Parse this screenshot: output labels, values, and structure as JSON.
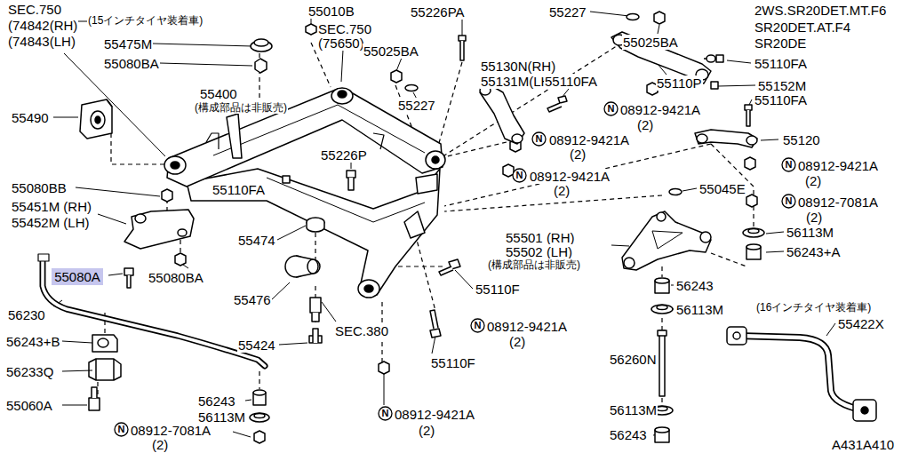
{
  "diagram": {
    "nodes": [
      {
        "text": [
          "N"
        ]
      },
      {
        "text": [
          "N"
        ]
      },
      {
        "text": [
          "N"
        ]
      },
      {
        "text": [
          "N"
        ]
      },
      {
        "text": [
          "N"
        ]
      },
      {
        "text": [
          "55080A"
        ]
      },
      {
        "text": [
          "N"
        ]
      },
      {
        "text": [
          "N"
        ]
      },
      {
        "text": [
          "N"
        ]
      }
    ],
    "labels": [
      "SEC.750",
      "(74842(RH)",
      "(74843(LH)",
      "(15インチタイヤ装着車)",
      "55475M",
      "55080BA",
      "55010B",
      "SEC.750",
      "(75650)",
      "55226PA",
      "55227",
      "2WS.SR20DET.MT.F6",
      "SR20DET.AT.F4",
      "SR20DE",
      "55025BA",
      "55025BA",
      "55110FA",
      "55130N(RH)",
      "55131M(LH)",
      "55110FA",
      "55110P",
      "55152M",
      "55400",
      "(構成部品は非販売)",
      "55227",
      "55110FA",
      "08912-9421A",
      "(2)",
      "55490",
      "08912-9421A",
      "(2)",
      "55226P",
      "55120",
      "08912-9421A",
      "(2)",
      "08912-9421A",
      "(2)",
      "55080BB",
      "55110FA",
      "55045E",
      "55451M (RH)",
      "55452M (LH)",
      "08912-7081A",
      "(2)",
      "55474",
      "56113M",
      "55501 (RH)",
      "55502 (LH)",
      "(構成部品は非販売)",
      "56243+A",
      "55080BA",
      "55110F",
      "56243",
      "55476",
      "56113M",
      "(16インチタイヤ装着車)",
      "56230",
      "55422X",
      "08912-9421A",
      "(2)",
      "SEC.380",
      "56243+B",
      "55424",
      "55110F",
      "56260N",
      "56233Q",
      "56243",
      "55060A",
      "56113M",
      "56113M",
      "08912-9421A",
      "(2)",
      "08912-7081A",
      "(2)",
      "56243",
      "A431A410"
    ]
  }
}
